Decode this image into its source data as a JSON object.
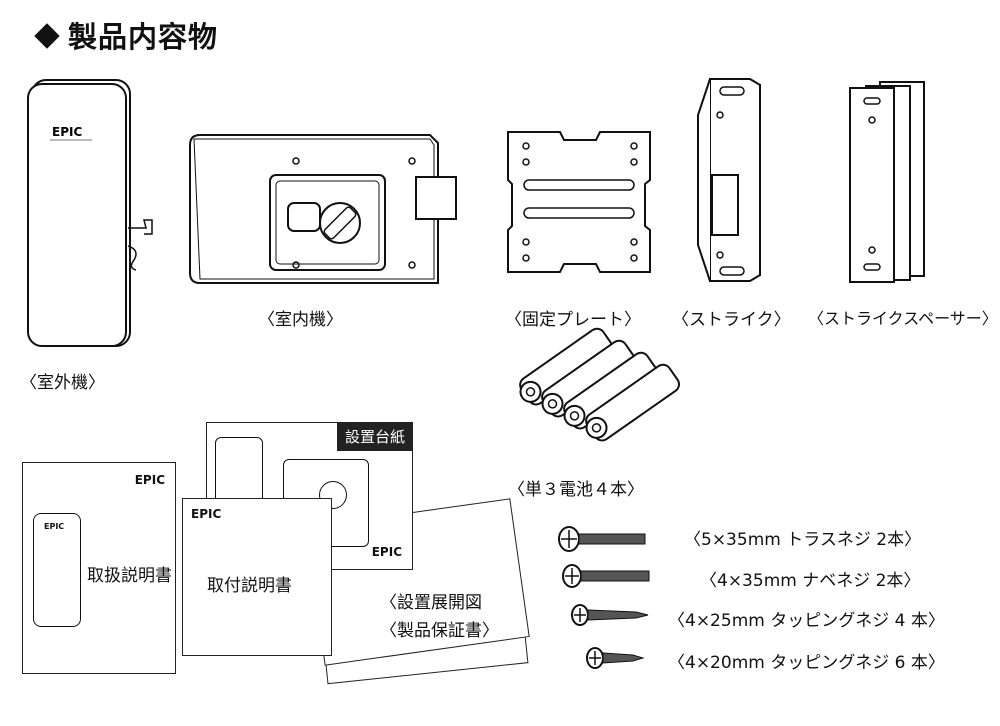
{
  "heading": "製品内容物",
  "brand": "EPIC",
  "parts": {
    "outdoor_unit": "〈室外機〉",
    "indoor_unit": "〈室内機〉",
    "fixing_plate": "〈固定プレート〉",
    "strike": "〈ストライク〉",
    "strike_spacer": "〈ストライクスペーサー〉",
    "batteries": "〈単３電池４本〉"
  },
  "documents": {
    "manual": "取扱説明書",
    "install_guide": "取付説明書",
    "mount_sheet": "設置台紙",
    "layout_drawing": "〈設置展開図",
    "warranty": "〈製品保証書〉"
  },
  "screws": [
    "〈5×35mm トラスネジ 2本〉",
    "〈4×35mm ナベネジ 2本〉",
    "〈4×25mm タッピングネジ 4 本〉",
    "〈4×20mm タッピングネジ 6 本〉"
  ]
}
